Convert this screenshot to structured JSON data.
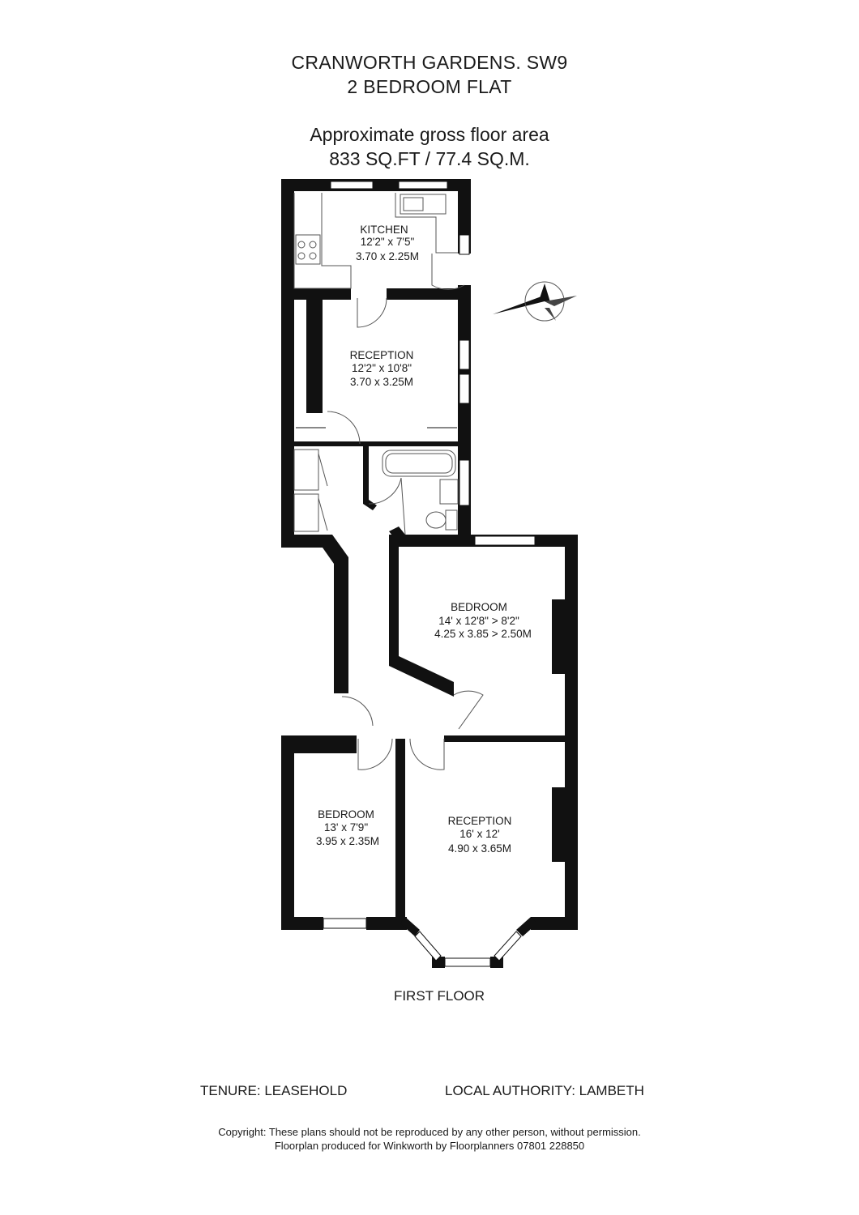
{
  "header": {
    "address": "CRANWORTH GARDENS. SW9",
    "property_type": "2 BEDROOM FLAT",
    "area_caption": "Approximate gross floor area",
    "area_value": "833 SQ.FT / 77.4 SQ.M."
  },
  "rooms": {
    "kitchen": {
      "name": "KITCHEN",
      "imperial": "12'2\" x 7'5\"",
      "metric": "3.70 x 2.25M"
    },
    "reception_top": {
      "name": "RECEPTION",
      "imperial": "12'2\" x 10'8\"",
      "metric": "3.70 x 3.25M"
    },
    "bedroom_main": {
      "name": "BEDROOM",
      "imperial": "14' x 12'8\" > 8'2\"",
      "metric": "4.25 x 3.85 > 2.50M"
    },
    "bedroom_small": {
      "name": "BEDROOM",
      "imperial": "13' x 7'9\"",
      "metric": "3.95 x 2.35M"
    },
    "reception_bottom": {
      "name": "RECEPTION",
      "imperial": "16' x 12'",
      "metric": "4.90 x 3.65M"
    }
  },
  "floor_label": "FIRST FLOOR",
  "footer": {
    "tenure": "TENURE: LEASEHOLD",
    "local_authority": "LOCAL AUTHORITY:  LAMBETH",
    "copyright_line1": "Copyright: These plans should not be reproduced by any other person, without permission.",
    "copyright_line2": "Floorplan produced for Winkworth by Floorplanners 07801 228850"
  },
  "colors": {
    "wall": "#111111",
    "fixture": "#555555",
    "background": "#ffffff"
  }
}
